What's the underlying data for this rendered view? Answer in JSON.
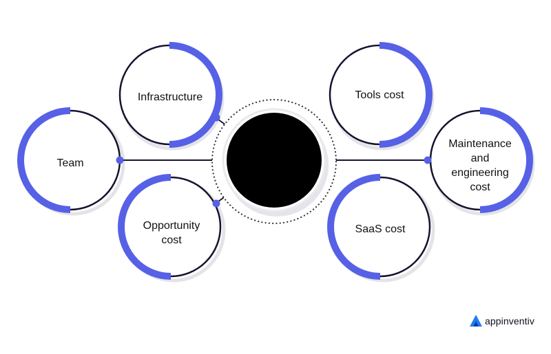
{
  "colors": {
    "accent": "#5661e6",
    "ring_dark": "#16132f",
    "hub": "#000000",
    "shadow": "#d9d9de",
    "dots": "#333333"
  },
  "nodes": {
    "team": {
      "label": "Team"
    },
    "infrastructure": {
      "label": "Infrastructure"
    },
    "opportunity": {
      "label": "Opportunity\ncost"
    },
    "tools": {
      "label": "Tools cost"
    },
    "maintenance": {
      "label": "Maintenance\nand\nengineering\ncost"
    },
    "saas": {
      "label": "SaaS cost"
    }
  },
  "brand": {
    "name": "appinventiv",
    "logo_icon": "appinventiv-logo-icon"
  }
}
